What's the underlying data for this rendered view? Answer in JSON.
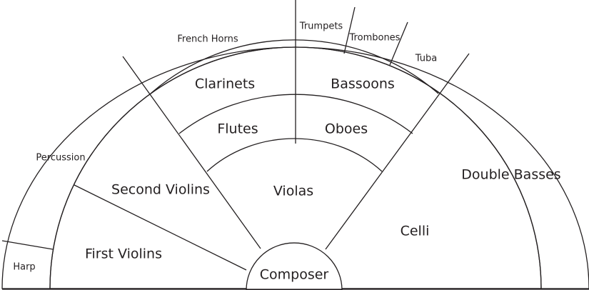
{
  "diagram": {
    "sections": {
      "harp": "Harp",
      "percussion": "Percussion",
      "french_horns": "French Horns",
      "trumpets": "Trumpets",
      "trombones": "Trombones",
      "tuba": "Tuba",
      "clarinets": "Clarinets",
      "bassoons": "Bassoons",
      "flutes": "Flutes",
      "oboes": "Oboes",
      "second_violins": "Second Violins",
      "violas": "Violas",
      "first_violins": "First Violins",
      "celli": "Celli",
      "double_basses": "Double Basses",
      "composer": "Composer"
    }
  }
}
